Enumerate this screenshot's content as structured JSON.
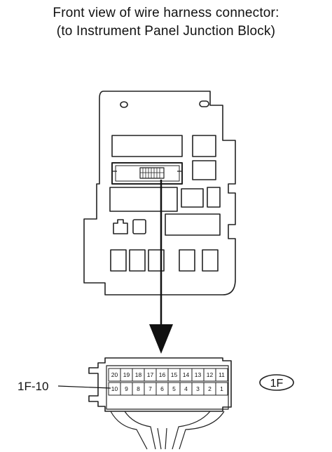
{
  "title": {
    "line1": "Front view of wire harness connector:",
    "line2": "(to Instrument Panel Junction Block)"
  },
  "connector": {
    "callout_label": "1F-10",
    "id_label": "1F",
    "top_row_pins": [
      "20",
      "19",
      "18",
      "17",
      "16",
      "15",
      "14",
      "13",
      "12",
      "11"
    ],
    "bottom_row_pins": [
      "10",
      "9",
      "8",
      "7",
      "6",
      "5",
      "4",
      "3",
      "2",
      "1"
    ]
  }
}
